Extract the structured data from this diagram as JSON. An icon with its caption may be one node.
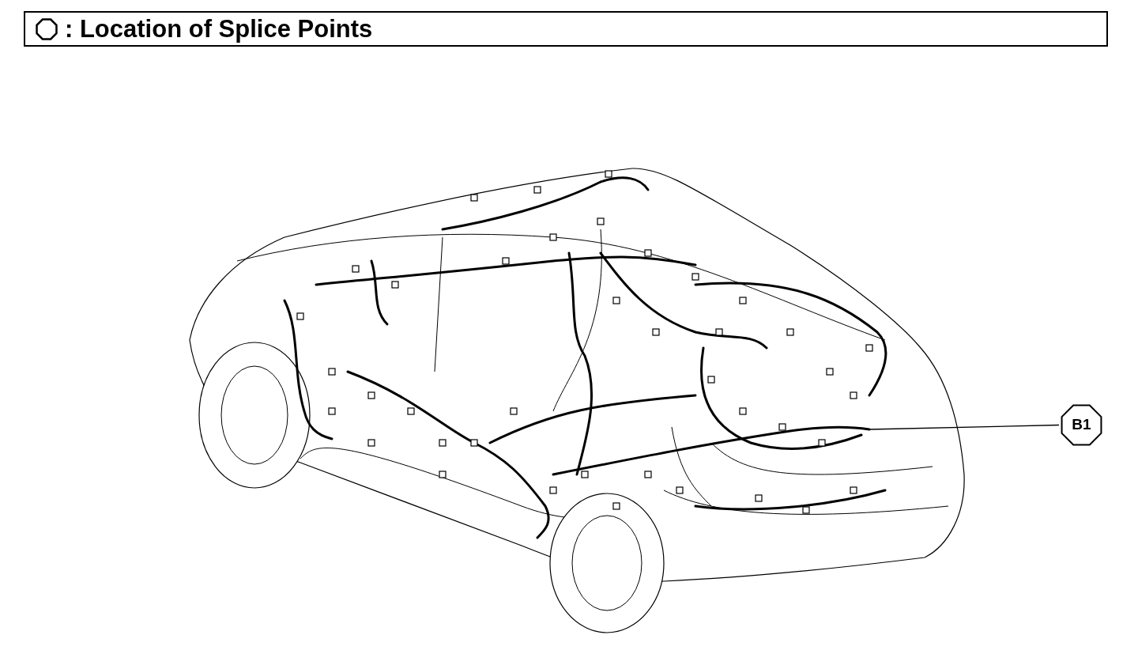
{
  "diagram": {
    "title": ": Location of Splice Points",
    "nodes": [
      {
        "text": [
          "B1"
        ]
      },
      {
        "text": [],
        "shape": "picture"
      }
    ],
    "edges": [
      {
        "from": 0,
        "to": 1,
        "arrow": "none"
      }
    ]
  }
}
